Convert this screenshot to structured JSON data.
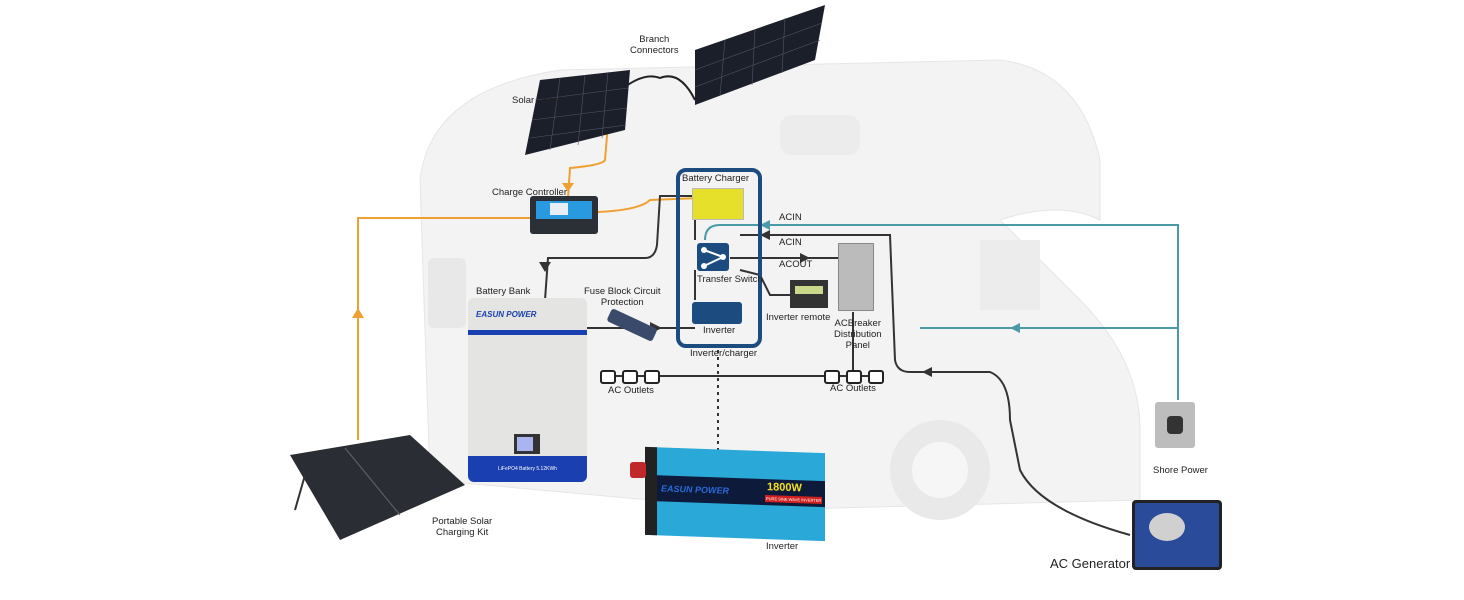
{
  "labels": {
    "branch_connectors": [
      "Branch",
      "Connectors"
    ],
    "solar_panel": "Solar Panel",
    "charge_controller": "Charge Controller",
    "battery_charger": "Battery Charger",
    "acin_1": "ACIN",
    "acin_2": "ACIN",
    "acout": "ACOUT",
    "battery_bank": "Battery Bank",
    "fuse_block": [
      "Fuse Block Circuit",
      "Protection"
    ],
    "transfer_switch": "Transfer Switch",
    "inverter_inside": "Inverter",
    "inverter_remote": "Inverter remote",
    "breaker_panel": [
      "ACBreaker",
      "Distribution",
      "Panel"
    ],
    "inverter_charger": "Inverter/charger",
    "ac_outlets_left": "AC Outlets",
    "ac_outlets_right": "AC Outlets",
    "portable_solar": [
      "Portable Solar",
      "Charging Kit"
    ],
    "inverter_product": "Inverter",
    "shore_power": "Shore Power",
    "ac_generator": "AC Generator"
  },
  "products": {
    "brand": "EASUN POWER",
    "battery_text": "LiFePO4 Battery 5.12KWh",
    "inverter_watt": "1800W",
    "inverter_desc": "PURE SINE WAVE INVERTER"
  },
  "colors": {
    "solar_wire": "#f0a030",
    "dc_wire": "#333333",
    "shore_wire": "#4a9aa8",
    "frame": "#1c4b80",
    "charger_yellow": "#e6e02a",
    "inverter_blue": "#2aa8d8"
  }
}
